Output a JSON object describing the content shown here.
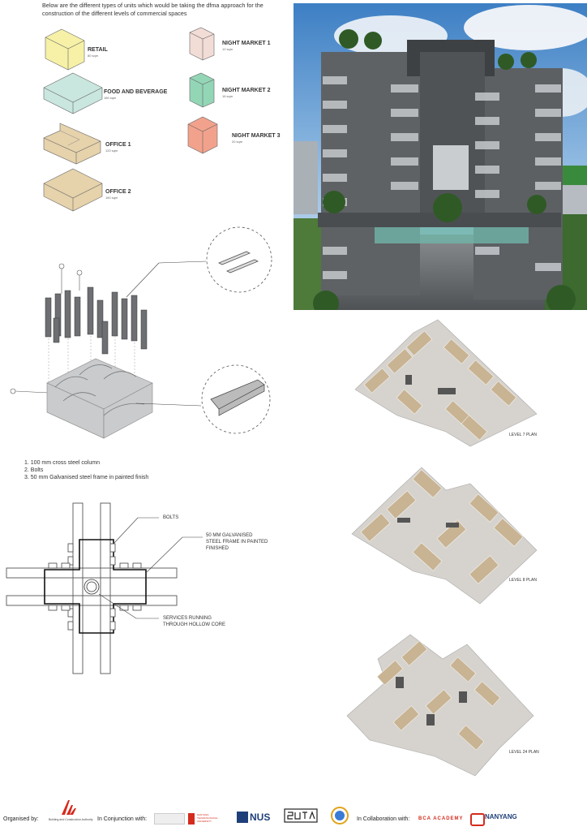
{
  "intro": "Below are the different types of units which would be taking the dfma approach for the construction of the different levels of commercial spaces",
  "units": [
    {
      "label": "RETAIL",
      "area": "80 sqm",
      "color": "#f6f1a6"
    },
    {
      "label": "FOOD AND BEVERAGE",
      "area": "180 sqm",
      "color": "#c9e6df"
    },
    {
      "label": "OFFICE 1",
      "area": "120 sqm",
      "color": "#e6d2ab"
    },
    {
      "label": "OFFICE 2",
      "area": "160 sqm",
      "color": "#e6d2ab"
    },
    {
      "label": "NIGHT MARKET 1",
      "area": "12 sqm",
      "color": "#f2dcd6"
    },
    {
      "label": "NIGHT MARKET 2",
      "area": "16 sqm",
      "color": "#93d6b6"
    },
    {
      "label": "NIGHT MARKET 3",
      "area": "20 sqm",
      "color": "#f2a28c"
    }
  ],
  "notes": [
    "1. 100 mm cross steel column",
    "2. Bolts",
    "3. 50 mm Galvanised steel frame in painted finish"
  ],
  "detail": {
    "bolts": "BOLTS",
    "frame_1": "50 MM GALVANISED",
    "frame_2": "STEEL FRAME IN PAINTED",
    "frame_3": "FINISHED",
    "services_1": "SERVICES RUNNING",
    "services_2": "THROUGH HOLLOW CORE"
  },
  "plans": [
    "LEVEL 7 PLAN",
    "LEVEL 8 PLAN",
    "LEVEL 24 PLAN"
  ],
  "footer": {
    "organised_by": "Organised by:",
    "bca": "Building and Construction Authority",
    "conjunction": "In Conjunction with:",
    "ntu": "NANYANG TECHNOLOGICAL UNIVERSITY",
    "nus": "NUS",
    "collaboration": "In Collaboration with:",
    "bca_academy": "BCA ACADEMY",
    "nanyang": "NANYANG"
  }
}
